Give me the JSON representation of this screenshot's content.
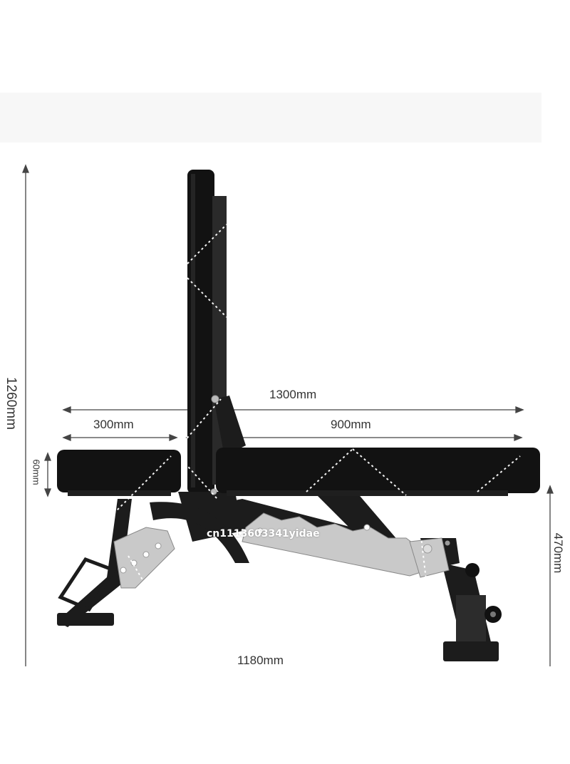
{
  "dimensions": {
    "total_height": "1260mm",
    "total_length": "1300mm",
    "seat_length": "300mm",
    "back_pad_length": "900mm",
    "pad_thickness": "60mm",
    "seat_height": "470mm",
    "base_length": "1180mm"
  },
  "colors": {
    "frame": "#1c1c1c",
    "pad": "#121212",
    "ladder_plate": "#c9c9c9",
    "dimension_line": "#444444"
  },
  "watermark": {
    "text": "cn1113603341yidae"
  }
}
